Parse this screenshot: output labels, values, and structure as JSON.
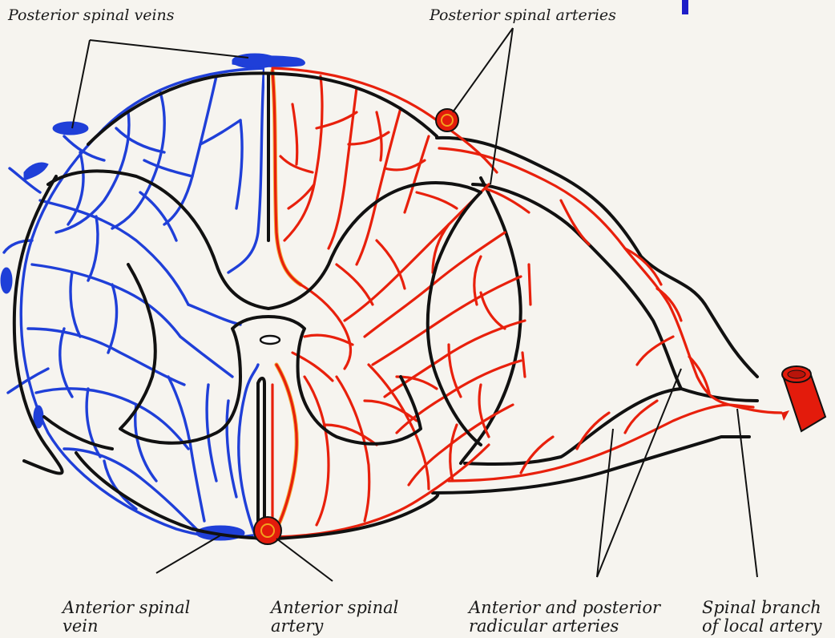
{
  "labels": {
    "posterior_spinal_veins": "Posterior spinal veins",
    "posterior_spinal_arteries": "Posterior spinal arteries",
    "anterior_spinal_vein_1": "Anterior spinal",
    "anterior_spinal_vein_2": "vein",
    "anterior_spinal_artery_1": "Anterior spinal",
    "anterior_spinal_artery_2": "artery",
    "radicular_arteries_1": "Anterior and posterior",
    "radicular_arteries_2": "radicular arteries",
    "spinal_branch_1": "Spinal branch",
    "spinal_branch_2": "of local artery"
  },
  "colors": {
    "vein": "#1f3fd8",
    "artery": "#e8200c",
    "artery_fill": "#e31b0c",
    "artery_highlight": "#f2a21e",
    "outline": "#111111",
    "background": "#f6f4ef",
    "corner_mark": "#1e1ec8"
  }
}
